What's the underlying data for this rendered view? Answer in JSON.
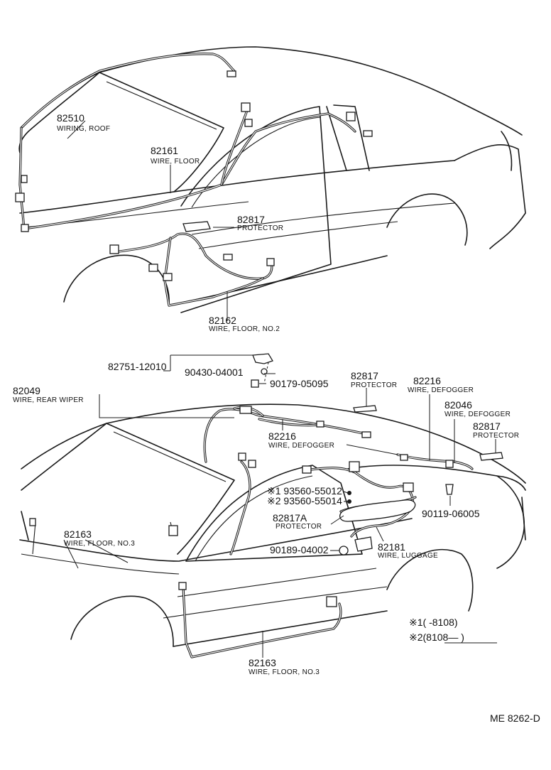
{
  "parts": [
    {
      "id": "p82510",
      "number": "82510",
      "name": "WIRING, ROOF"
    },
    {
      "id": "p82161",
      "number": "82161",
      "name": "WIRE, FLOOR"
    },
    {
      "id": "p82817a",
      "number": "82817",
      "name": "PROTECTOR"
    },
    {
      "id": "p82162",
      "number": "82162",
      "name": "WIRE, FLOOR, NO.2"
    },
    {
      "id": "p82751",
      "number": "82751-12010",
      "name": ""
    },
    {
      "id": "p90430",
      "number": "90430-04001",
      "name": ""
    },
    {
      "id": "p90179",
      "number": "90179-05095",
      "name": ""
    },
    {
      "id": "p82049",
      "number": "82049",
      "name": "WIRE, REAR WIPER"
    },
    {
      "id": "p82817b",
      "number": "82817",
      "name": "PROTECTOR"
    },
    {
      "id": "p82216a",
      "number": "82216",
      "name": "WIRE, DEFOGGER"
    },
    {
      "id": "p82046",
      "number": "82046",
      "name": "WIRE, DEFOGGER"
    },
    {
      "id": "p82216b",
      "number": "82216",
      "name": "WIRE, DEFOGGER"
    },
    {
      "id": "p82817c",
      "number": "82817",
      "name": "PROTECTOR"
    },
    {
      "id": "p93560a",
      "number": "※1 93560-55012",
      "name": ""
    },
    {
      "id": "p93560b",
      "number": "※2 93560-55014",
      "name": ""
    },
    {
      "id": "p82817A",
      "number": "82817A",
      "name": "PROTECTOR"
    },
    {
      "id": "p90119",
      "number": "90119-06005",
      "name": ""
    },
    {
      "id": "p82163a",
      "number": "82163",
      "name": "WIRE, FLOOR, NO.3"
    },
    {
      "id": "p90189",
      "number": "90189-04002",
      "name": ""
    },
    {
      "id": "p82181",
      "number": "82181",
      "name": "WIRE, LUGGAGE"
    },
    {
      "id": "p82163b",
      "number": "82163",
      "name": "WIRE, FLOOR, NO.3"
    }
  ],
  "legend": {
    "line1": "※1(      -8108)",
    "line2": "※2(8108—      )"
  },
  "drawing_code": "ME  8262-D"
}
